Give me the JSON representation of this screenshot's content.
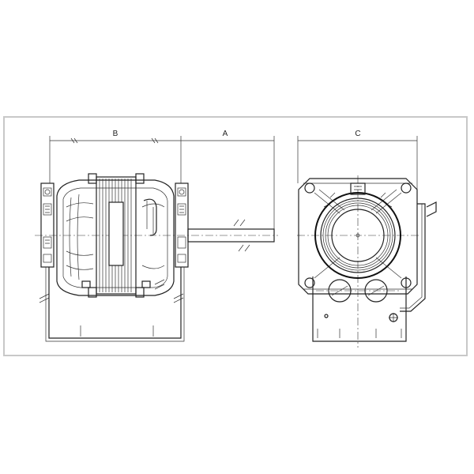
{
  "dimensions": {
    "a_label": "A",
    "b_label": "B",
    "c_label": "C"
  },
  "colors": {
    "line": "#222222",
    "frame_border": "#c8c8c8",
    "background": "#ffffff"
  }
}
